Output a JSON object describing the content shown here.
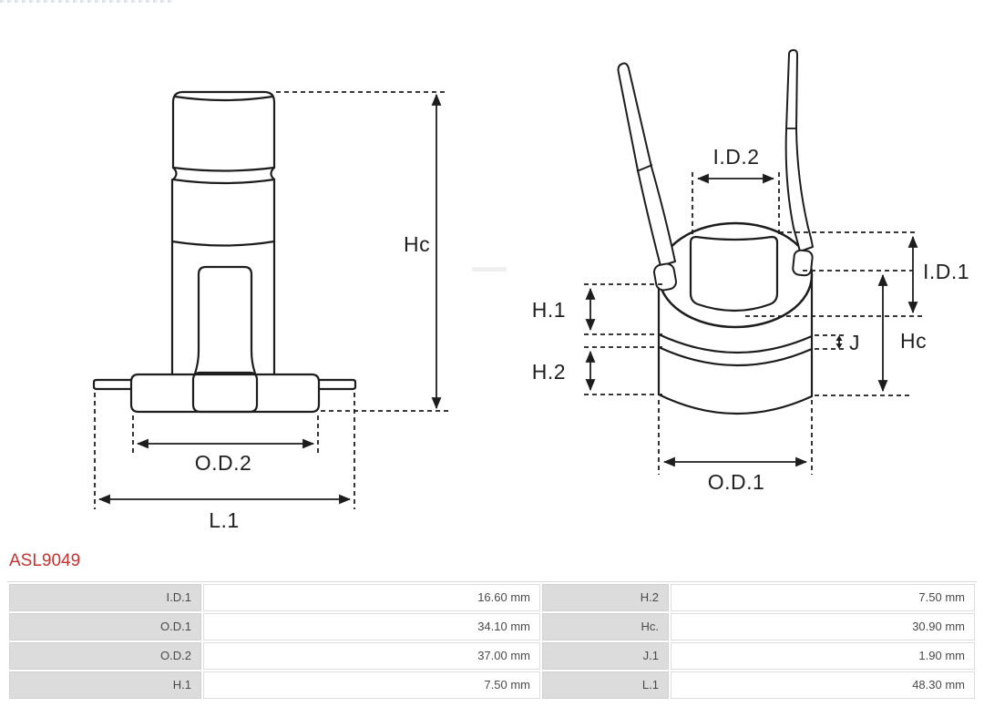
{
  "part_number": "ASL9049",
  "colors": {
    "part_number_red": "#c43431",
    "drawing_stroke": "#1d1d1d",
    "table_label_bg": "#dcdcdc",
    "table_text": "#4a4a4a"
  },
  "drawing": {
    "left_view": {
      "description": "slip ring side elevation with shaft, sleeve and base flange",
      "labels": {
        "hc": "Hc",
        "od2": "O.D.2",
        "l1": "L.1"
      }
    },
    "right_view": {
      "description": "slip ring perspective view with two lead wires",
      "labels": {
        "id2": "I.D.2",
        "id1": "I.D.1",
        "h1": "H.1",
        "h2": "H.2",
        "j": "J",
        "hc": "Hc",
        "od1": "O.D.1"
      }
    }
  },
  "spec_table": {
    "rows": [
      [
        {
          "label": "I.D.1",
          "value": "16.60 mm"
        },
        {
          "label": "H.2",
          "value": "7.50 mm"
        }
      ],
      [
        {
          "label": "O.D.1",
          "value": "34.10 mm"
        },
        {
          "label": "Hc.",
          "value": "30.90 mm"
        }
      ],
      [
        {
          "label": "O.D.2",
          "value": "37.00 mm"
        },
        {
          "label": "J.1",
          "value": "1.90 mm"
        }
      ],
      [
        {
          "label": "H.1",
          "value": "7.50 mm"
        },
        {
          "label": "L.1",
          "value": "48.30 mm"
        }
      ]
    ]
  }
}
